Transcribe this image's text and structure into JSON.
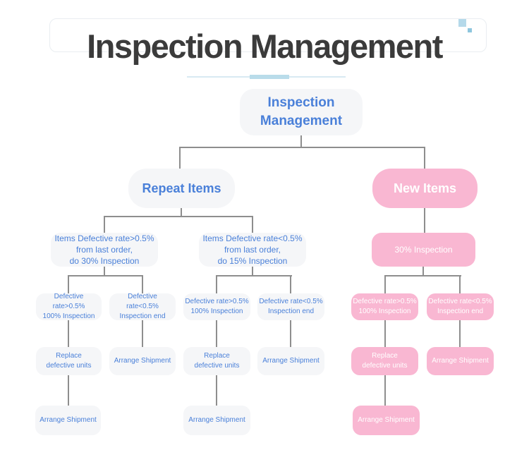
{
  "header": {
    "title": "Inspection Management"
  },
  "tree": {
    "nodes": {
      "root": "Inspection\nManagement",
      "repeat_items": "Repeat Items",
      "new_items": "New Items",
      "repeat_high_rate": "Items Defective rate>0.5%\nfrom last order,\ndo 30% Inspection",
      "repeat_low_rate": "Items Defective rate<0.5%\nfrom last order,\ndo 15% Inspection",
      "new_inspection": "30% Inspection",
      "rh_defective_high": "Defective rate>0.5%\n100% Inspection",
      "rh_defective_low": "Defective rate<0.5%\nInspection end",
      "rl_defective_high": "Defective rate>0.5%\n100% Inspection",
      "rl_defective_low": "Defective rate<0.5%\nInspection end",
      "n_defective_high": "Defective rate>0.5%\n100% Inspection",
      "n_defective_low": "Defective rate<0.5%\nInspection end",
      "rh_replace": "Replace\ndefective units",
      "rh_ship_end": "Arrange Shipment",
      "rl_replace": "Replace\ndefective units",
      "rl_ship_end": "Arrange Shipment",
      "n_replace": "Replace\ndefective units",
      "n_ship_end": "Arrange Shipment",
      "rh_ship_final": "Arrange Shipment",
      "rl_ship_final": "Arrange Shipment",
      "n_ship_final": "Arrange Shipment"
    },
    "edges": [
      [
        "root",
        "repeat_items"
      ],
      [
        "root",
        "new_items"
      ],
      [
        "repeat_items",
        "repeat_high_rate"
      ],
      [
        "repeat_items",
        "repeat_low_rate"
      ],
      [
        "new_items",
        "new_inspection"
      ],
      [
        "repeat_high_rate",
        "rh_defective_high"
      ],
      [
        "repeat_high_rate",
        "rh_defective_low"
      ],
      [
        "repeat_low_rate",
        "rl_defective_high"
      ],
      [
        "repeat_low_rate",
        "rl_defective_low"
      ],
      [
        "new_inspection",
        "n_defective_high"
      ],
      [
        "new_inspection",
        "n_defective_low"
      ],
      [
        "rh_defective_high",
        "rh_replace"
      ],
      [
        "rh_defective_low",
        "rh_ship_end"
      ],
      [
        "rl_defective_high",
        "rl_replace"
      ],
      [
        "rl_defective_low",
        "rl_ship_end"
      ],
      [
        "n_defective_high",
        "n_replace"
      ],
      [
        "n_defective_low",
        "n_ship_end"
      ],
      [
        "rh_replace",
        "rh_ship_final"
      ],
      [
        "rl_replace",
        "rl_ship_final"
      ],
      [
        "n_replace",
        "n_ship_final"
      ]
    ]
  },
  "colors": {
    "title_text": "#3B3B3B",
    "blue_text": "#4A80D9",
    "gray_fill": "#F5F6F8",
    "pink_fill": "#F9B7D2",
    "connector_line": "#8E8E8E",
    "underline_blue": "#B9DCEA"
  }
}
